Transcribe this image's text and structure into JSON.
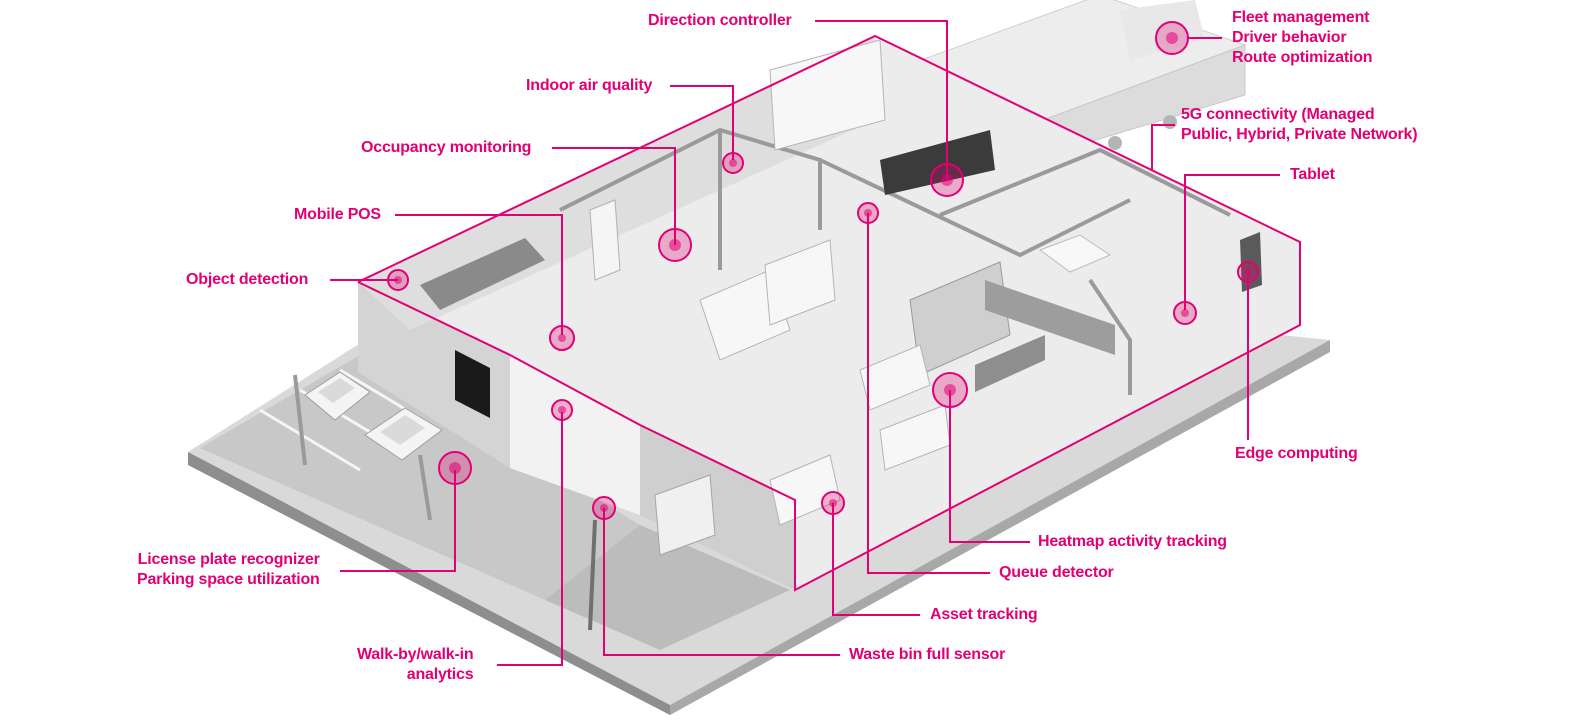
{
  "accent": "#e20074",
  "labels": {
    "direction_controller": "Direction controller",
    "fleet_management": "Fleet management",
    "driver_behavior": "Driver behavior",
    "route_optimization": "Route optimization",
    "indoor_air_quality": "Indoor air quality",
    "connectivity_line1": "5G connectivity (Managed",
    "connectivity_line2": "Public, Hybrid, Private Network)",
    "occupancy_monitoring": "Occupancy monitoring",
    "tablet": "Tablet",
    "mobile_pos": "Mobile POS",
    "object_detection": "Object detection",
    "edge_computing": "Edge computing",
    "heatmap_activity_tracking": "Heatmap activity tracking",
    "license_plate_recognizer": "License plate recognizer",
    "parking_space_utilization": "Parking space utilization",
    "queue_detector": "Queue detector",
    "asset_tracking": "Asset tracking",
    "walk_by_line1": "Walk-by/walk-in",
    "walk_by_line2": "analytics",
    "waste_bin_full_sensor": "Waste bin full sensor"
  }
}
